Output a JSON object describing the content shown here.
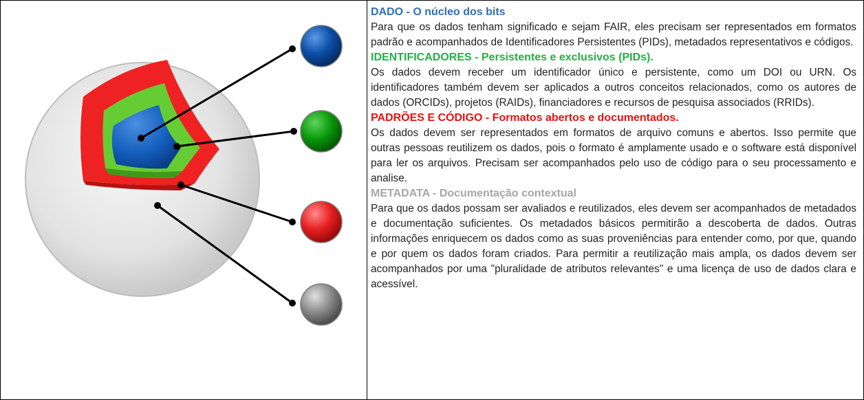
{
  "diagram": {
    "layers": [
      {
        "name": "dado-core",
        "color": "#1560c0"
      },
      {
        "name": "identificadores-layer",
        "color": "#66cc33"
      },
      {
        "name": "padroes-layer",
        "color": "#ee2222"
      },
      {
        "name": "metadata-sphere",
        "color": "#d9d9d9"
      }
    ],
    "markers": [
      {
        "name": "blue-marker",
        "color": "#0d4fa8"
      },
      {
        "name": "green-marker",
        "color": "#0a9a0a"
      },
      {
        "name": "red-marker",
        "color": "#e82020"
      },
      {
        "name": "gray-marker",
        "color": "#8c8c8c"
      }
    ]
  },
  "sections": [
    {
      "title": "DADO - O núcleo dos bits",
      "color": "#2f6fb8",
      "body": "Para que os dados tenham significado e sejam FAIR, eles precisam ser representados em formatos padrão e acompanhados de Identificadores Persistentes (PIDs), metadados representativos e códigos."
    },
    {
      "title": "IDENTIFICADORES - Persistentes e exclusivos (PIDs).",
      "color": "#1db347",
      "body": "Os dados devem receber um identificador único e persistente, como um DOI ou URN. Os identificadores também devem ser aplicados a outros conceitos relacionados, como os autores de dados (ORCIDs), projetos (RAIDs), financiadores e recursos de pesquisa associados (RRIDs)."
    },
    {
      "title": "PADRÕES E CÓDIGO - Formatos abertos e documentados.",
      "color": "#e61212",
      "body": "Os dados devem ser representados em formatos de arquivo comuns e abertos. Isso permite que outras pessoas reutilizem os dados, pois o formato é amplamente usado e o software está disponível para ler os arquivos. Precisam ser acompanhados pelo uso de código para o seu processamento e analise."
    },
    {
      "title": "METADATA - Documentação contextual",
      "color": "#a6a6a6",
      "body": "Para que os dados possam ser avaliados e reutilizados, eles devem ser acompanhados de metadados e documentação suficientes. Os metadados básicos permitirão a descoberta de dados. Outras informações enriquecem os dados como as suas proveniências para entender como, por que, quando e por quem os dados foram criados. Para permitir a reutilização mais ampla, os dados devem ser acompanhados por uma \"pluralidade de atributos relevantes\" e uma licença de uso de dados clara e acessível."
    }
  ]
}
